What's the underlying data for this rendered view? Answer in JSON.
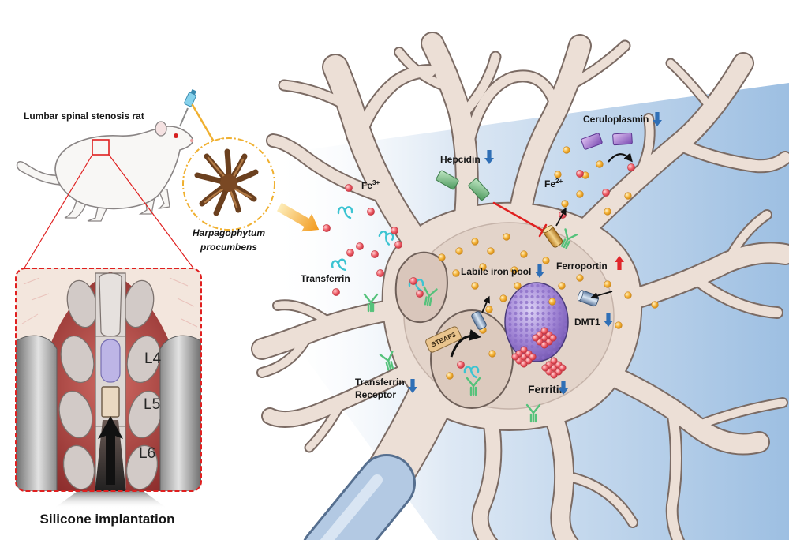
{
  "left_panel": {
    "rat_label": "Lumbar spinal stenosis rat",
    "herb_name_line1": "Harpagophytum",
    "herb_name_line2": "procumbens",
    "inset_levels": [
      "L4",
      "L5",
      "L6"
    ],
    "procedure_caption": "Silicone implantation"
  },
  "neuron": {
    "fe3": {
      "symbol": "Fe",
      "charge": "3+"
    },
    "fe2": {
      "symbol": "Fe",
      "charge": "2+"
    },
    "transferrin": "Transferrin",
    "transferrin_receptor_line1": "Transferrin",
    "transferrin_receptor_line2": "Receptor",
    "hepcidin": "Hepcidin",
    "ceruloplasmin": "Ceruloplasmin",
    "labile_iron_pool": "Labile iron pool",
    "ferroportin": "Ferroportin",
    "dmt1": "DMT1",
    "steap3": "STEAP3",
    "ferritin": "Ferritin"
  },
  "trends": {
    "hepcidin": "arrow-down-icon",
    "ceruloplasmin": "arrow-down-icon",
    "labile_iron_pool": "arrow-down-icon",
    "ferroportin": "arrow-up-icon",
    "dmt1": "arrow-down-icon",
    "transferrin_receptor": "arrow-down-icon",
    "ferritin": "arrow-down-icon"
  },
  "colors": {
    "decrease": "#2f6fb6",
    "increase": "#e0262b",
    "inhibition": "#e02020",
    "inset_border": "#e02020",
    "fe3_ion": "#f0606a",
    "fe2_ion": "#f5b338",
    "transferrin": "#3cc4d2",
    "receptor": "#55c27b"
  }
}
